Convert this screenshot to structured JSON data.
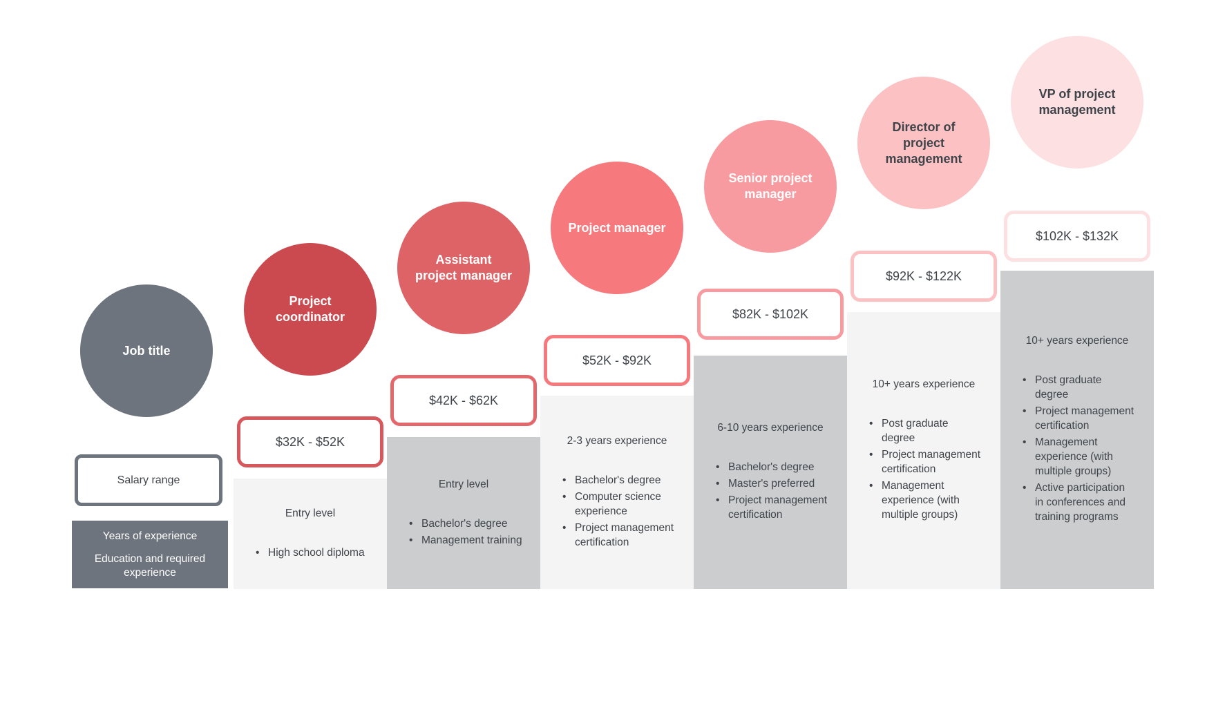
{
  "palette": {
    "gray": "#6e747e",
    "light_column": "#f4f4f4",
    "dark_column": "#cbcdcf",
    "body_text": "#3f444a",
    "white_text": "#ffffff"
  },
  "legend": {
    "circle_label": "Job title",
    "circle_color": "#6e747e",
    "circle_text_color": "#ffffff",
    "salary_label": "Salary range",
    "footer_lines": [
      "Years of experience",
      "Education and required experience"
    ],
    "footer_bg": "#6e747e",
    "footer_text_color": "#ffffff"
  },
  "steps": [
    {
      "title": "Project coordinator",
      "salary": "$32K - $52K",
      "experience": "Entry level",
      "bullets": [
        "High school diploma"
      ],
      "circle_color": "#cb4a4f",
      "circle_text_color": "#ffffff",
      "salary_border_color": "#d6575c",
      "column_bg": "#f4f4f4"
    },
    {
      "title": "Assistant project manager",
      "salary": "$42K - $62K",
      "experience": "Entry level",
      "bullets": [
        "Bachelor's degree",
        "Management training"
      ],
      "circle_color": "#dd6367",
      "circle_text_color": "#ffffff",
      "salary_border_color": "#e2686c",
      "column_bg": "#cbcdcf"
    },
    {
      "title": "Project manager",
      "salary": "$52K - $92K",
      "experience": "2-3 years experience",
      "bullets": [
        "Bachelor's degree",
        "Computer science experience",
        "Project management certification"
      ],
      "circle_color": "#f5797d",
      "circle_text_color": "#ffffff",
      "salary_border_color": "#f5797d",
      "column_bg": "#f4f4f4"
    },
    {
      "title": "Senior project manager",
      "salary": "$82K - $102K",
      "experience": "6-10 years experience",
      "bullets": [
        "Bachelor's degree",
        "Master's preferred",
        "Project management certification"
      ],
      "circle_color": "#f89ba0",
      "circle_text_color": "#ffffff",
      "salary_border_color": "#f89ba0",
      "column_bg": "#cbcdcf"
    },
    {
      "title": "Director of project management",
      "salary": "$92K - $122K",
      "experience": "10+ years experience",
      "bullets": [
        "Post graduate degree",
        "Project management certification",
        "Management experience (with multiple groups)"
      ],
      "circle_color": "#fbc1c3",
      "circle_text_color": "#3f444a",
      "salary_border_color": "#fbc1c3",
      "column_bg": "#f4f4f4"
    },
    {
      "title": "VP of project management",
      "salary": "$102K - $132K",
      "experience": "10+ years experience",
      "bullets": [
        "Post graduate degree",
        "Project management certification",
        "Management experience (with multiple groups)",
        "Active participation in conferences and training programs"
      ],
      "circle_color": "#fde0e1",
      "circle_text_color": "#3f444a",
      "salary_border_color": "#fde0e1",
      "column_bg": "#cbcdcf"
    }
  ]
}
